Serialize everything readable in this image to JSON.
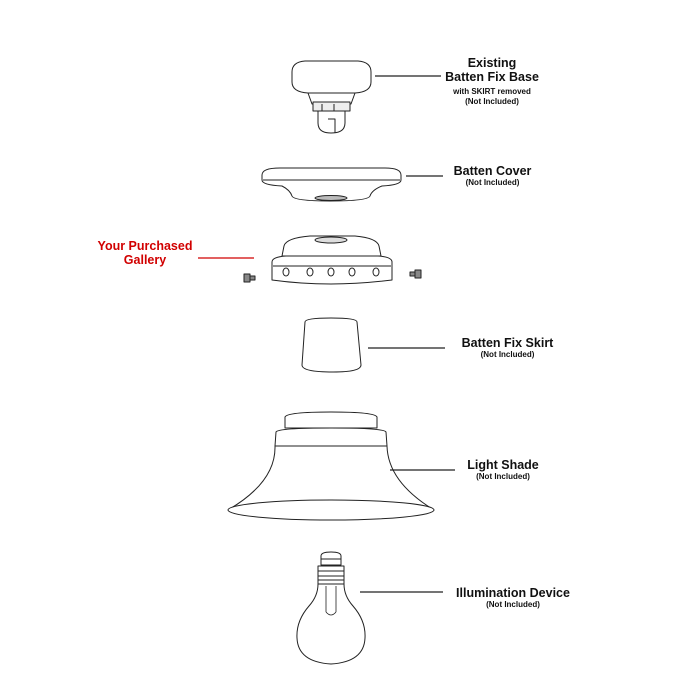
{
  "labels": {
    "base": {
      "line1": "Existing",
      "line2": "Batten Fix Base",
      "note1": "with SKIRT removed",
      "note2": "(Not Included)"
    },
    "cover": {
      "title": "Batten Cover",
      "note": "(Not Included)"
    },
    "gallery": {
      "line1": "Your Purchased",
      "line2": "Gallery"
    },
    "skirt": {
      "title": "Batten Fix Skirt",
      "note": "(Not Included)"
    },
    "shade": {
      "title": "Light Shade",
      "note": "(Not Included)"
    },
    "bulb": {
      "title": "Illumination Device",
      "note": "(Not Included)"
    }
  },
  "colors": {
    "line": "#222222",
    "highlight": "#d10000",
    "fill": "#ffffff",
    "shadow": "#dcdcdc"
  }
}
